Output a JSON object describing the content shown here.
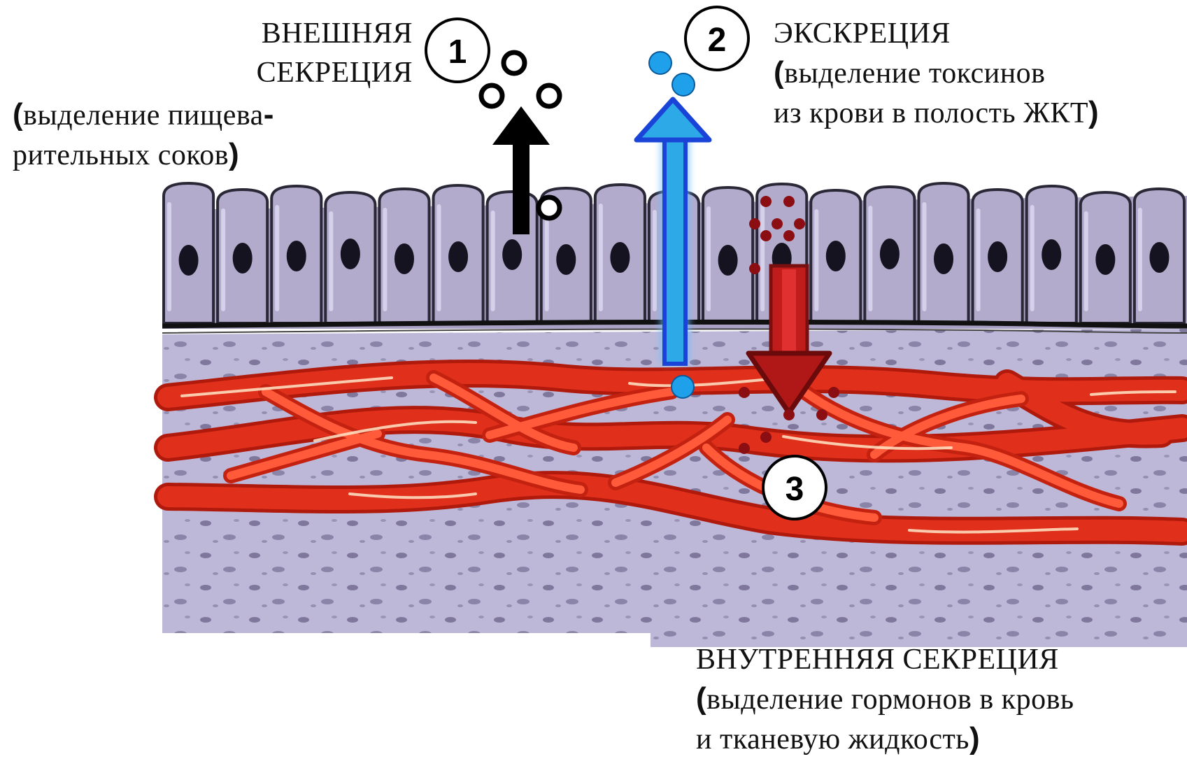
{
  "labels": {
    "external": {
      "title_line1": "ВНЕШНЯЯ",
      "title_line2": "СЕКРЕЦИЯ",
      "desc_line1": "выделение пищева",
      "desc_line2": "рительных соков"
    },
    "excretion": {
      "title": "ЭКСКРЕЦИЯ",
      "desc_line1": "выделение токсинов",
      "desc_line2": "из крови в полость ЖКТ"
    },
    "internal": {
      "title": "ВНУТРЕННЯЯ СЕКРЕЦИЯ",
      "desc_line1": "выделение гормонов в кровь",
      "desc_line2": "и тканевую жидкость"
    }
  },
  "badges": [
    "1",
    "2",
    "3"
  ],
  "colors": {
    "epithelium": "#a9a2c4",
    "tissue": "#bdb8d8",
    "vessel": "#e0301c",
    "excretion_arrow": "#1a44d8",
    "excretion_fill": "#2ea9e8",
    "secretion_arrow": "#9a1414",
    "external_arrow": "#000000"
  }
}
